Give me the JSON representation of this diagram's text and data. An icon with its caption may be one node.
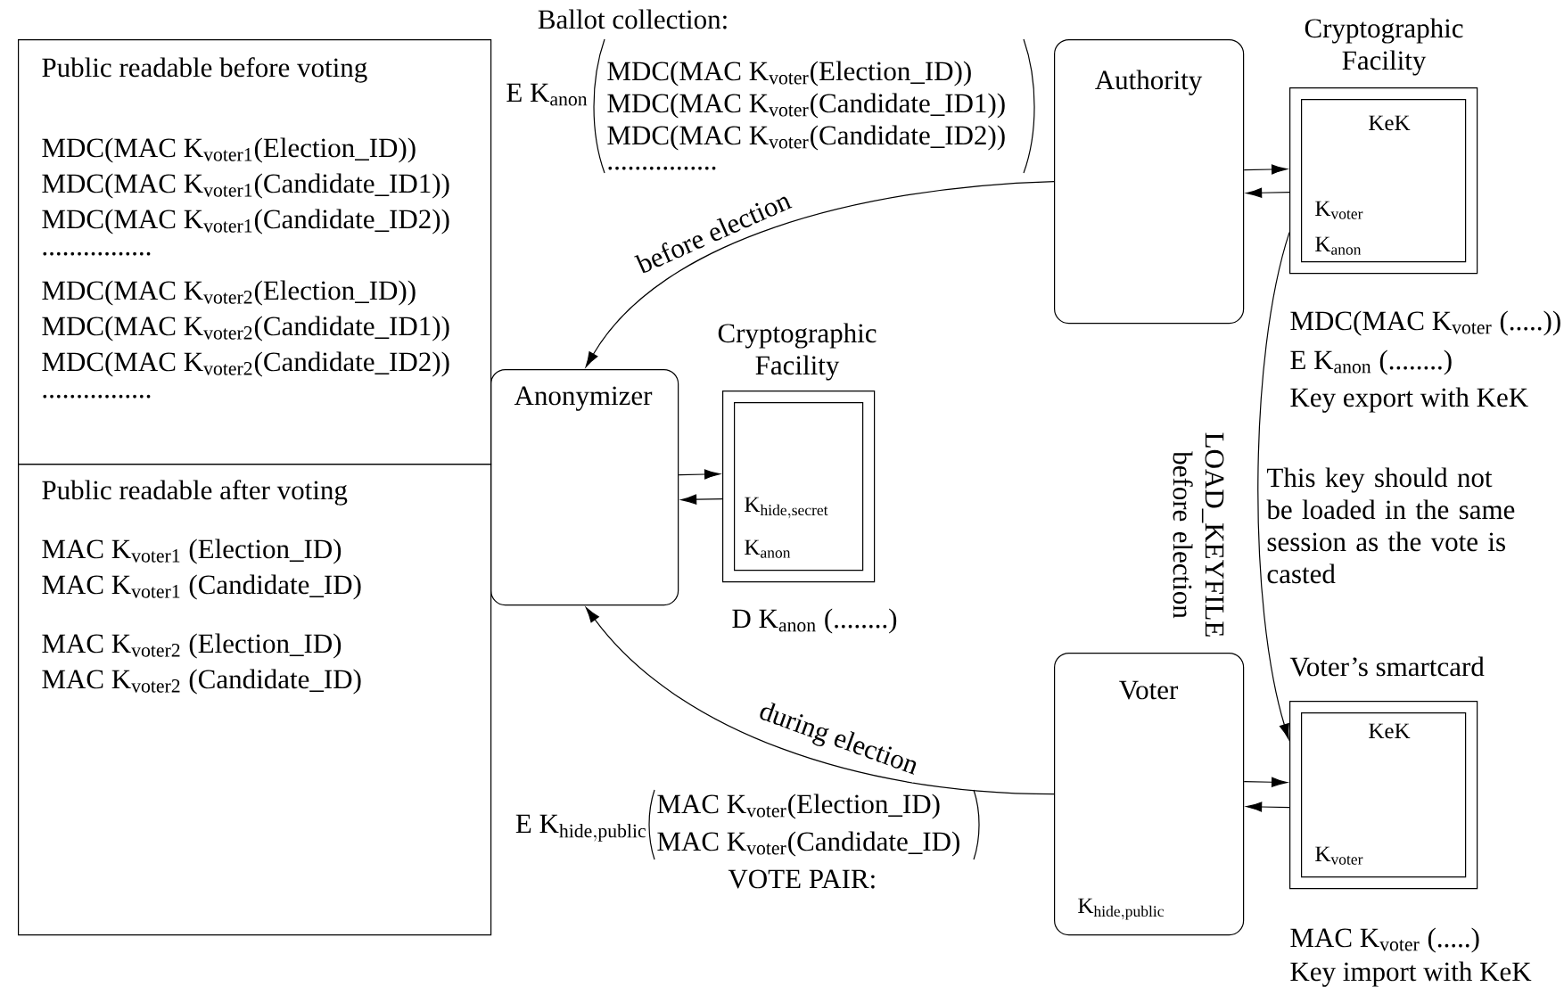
{
  "diagram": {
    "nodes": [
      {
        "text": [
          "Public readable before voting",
          "MDC(MAC K$_{voter1}$(Election_ID))",
          "MDC(MAC K$_{voter1}$(Candidate_ID1))",
          "MDC(MAC K$_{voter1}$(Candidate_ID2))",
          "................",
          "MDC(MAC K$_{voter2}$(Election_ID))",
          "MDC(MAC K$_{voter2}$(Candidate_ID1))",
          "MDC(MAC K$_{voter2}$(Candidate_ID2))",
          "................"
        ]
      },
      {
        "text": [
          "Public readable after voting",
          "MAC K$_{voter1}$ (Election_ID)",
          "MAC K$_{voter1}$ (Candidate_ID)",
          "MAC K$_{voter2}$ (Election_ID)",
          "MAC K$_{voter2}$ (Candidate_ID)"
        ]
      },
      {
        "text": [
          "Anonymizer"
        ]
      },
      {
        "text": [
          "Cryptographic Facility"
        ],
        "beside": [
          "D K$_{anon}$ (........)"
        ]
      },
      {
        "text": [
          "\\mathrm{K}_{\\mathrm{hide,secret}}",
          "K$_{anon}$"
        ],
        "in": 3
      },
      {
        "text": [
          "Authority"
        ]
      },
      {
        "text": [
          "Cryptographic Facility"
        ],
        "beside": [
          "MDC(MAC K$_{voter}$ (.....))",
          "E K$_{anon}$ (........)",
          "Key export with KeK"
        ]
      },
      {
        "text": [
          "KeK",
          "K$_{voter}$",
          "K$_{anon}$"
        ],
        "in": 6
      },
      {
        "text": [
          "Voter",
          "\\mathrm{K}_{\\mathrm{hide,public}}"
        ]
      },
      {
        "text": [
          "Voter’s smartcard"
        ],
        "beside": [
          "MAC K$_{voter}$ (.....)",
          "Key import with KeK"
        ]
      },
      {
        "text": [
          "KeK",
          "K$_{voter}$"
        ],
        "in": 9
      }
    ],
    "edges": [
      {
        "from": 5,
        "to": 2,
        "arrow": "to",
        "label": "before election"
      },
      {
        "from": 8,
        "to": 2,
        "arrow": "to",
        "label": "during election"
      },
      {
        "from": 2,
        "to": 3,
        "arrow": "to"
      },
      {
        "from": 3,
        "to": 2,
        "arrow": "to"
      },
      {
        "from": 5,
        "to": 6,
        "arrow": "to"
      },
      {
        "from": 6,
        "to": 5,
        "arrow": "to"
      },
      {
        "from": 8,
        "to": 9,
        "arrow": "to"
      },
      {
        "from": 9,
        "to": 8,
        "arrow": "to"
      },
      {
        "from": 6,
        "to": 9,
        "arrow": "to",
        "label": "LOAD_KEYFILE before election"
      }
    ],
    "labels": [
      "Ballot collection:",
      "E K$_{anon}$",
      "MDC(MAC K$_{voter}$(Election_ID))",
      "MDC(MAC K$_{voter}$(Candidate_ID1))",
      "MDC(MAC K$_{voter}$(Candidate_ID2))",
      "................",
      "\\mathrm{E}\\ \\mathrm{K}_{\\mathrm{hide,public}}",
      "MAC K$_{voter}$(Election_ID)",
      "MAC K$_{voter}$(Candidate_ID)",
      "VOTE PAIR:",
      "This key should not be loaded in the same session as the vote is casted"
    ]
  }
}
